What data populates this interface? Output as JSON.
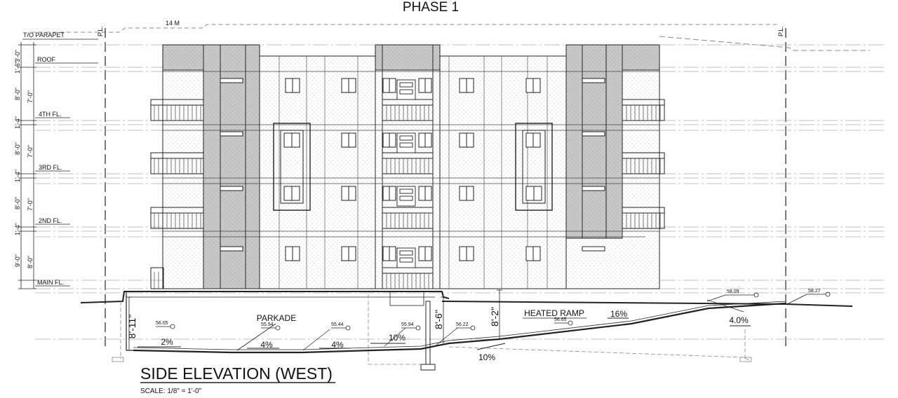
{
  "title": "SIDE ELEVATION (WEST)",
  "scale": "SCALE: 1/8\" = 1'-0\"",
  "phase": "PHASE 1",
  "top_dimension": "14 M",
  "property_line": "P.L.",
  "levels": {
    "parapet": "T/O PARAPET",
    "roof": "ROOF",
    "fourth": "4TH FL.",
    "third": "3RD FL.",
    "second": "2ND FL.",
    "main": "MAIN FL."
  },
  "vertical_dims": {
    "parapet_height": "3'-0\"",
    "roof_to_parapet": "1'-6\"",
    "storey_4": "8'-0\"",
    "clear_4": "7'-0\"",
    "floor_4": "1'-4\"",
    "storey_3": "8'-0\"",
    "clear_3": "7'-0\"",
    "floor_3": "1'-4\"",
    "storey_2": "8'-0\"",
    "clear_2": "7'-0\"",
    "floor_2": "1'-4\"",
    "storey_main": "9'-0\"",
    "clear_main": "8'-0\""
  },
  "parkade": {
    "label": "PARKADE",
    "height_1": "8'-11\"",
    "height_2": "8'-6\"",
    "height_3": "8'-2\""
  },
  "ramp_label": "HEATED RAMP",
  "slopes": {
    "s1": "2%",
    "s2": "4%",
    "s3": "4%",
    "s4": "10%",
    "s5": "10%",
    "s6": "16%",
    "s7": "4.0%"
  },
  "elevations": {
    "e1": "56.05",
    "e2": "55.94",
    "e3": "55.44",
    "e4": "55.94",
    "e5": "56.22",
    "e6": "56.65",
    "e7": "58.09",
    "e8": "58.27"
  }
}
